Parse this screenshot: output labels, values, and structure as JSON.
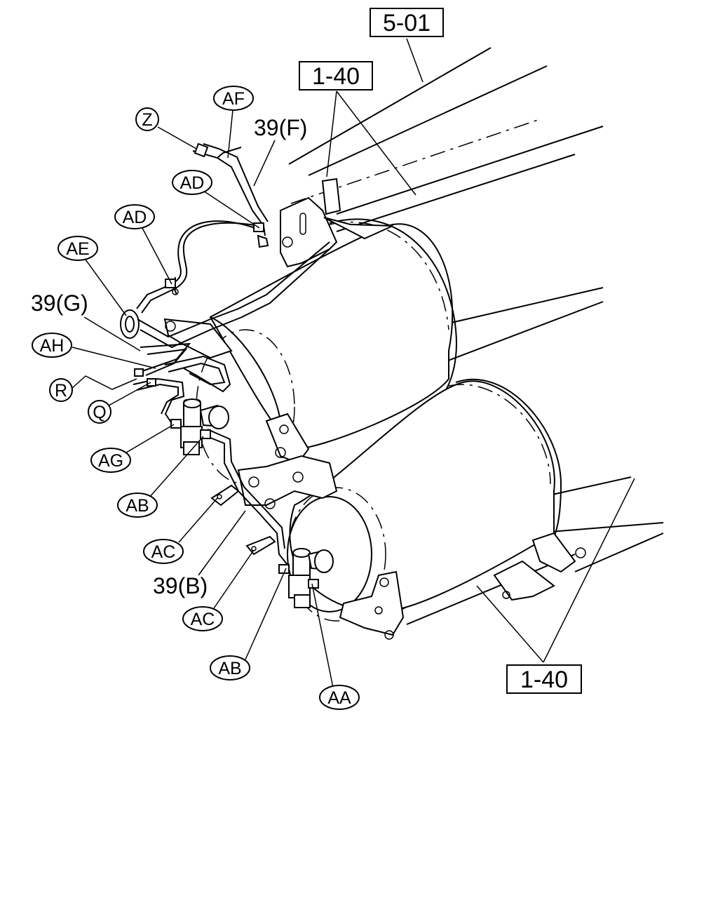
{
  "reference_boxes": {
    "top_ref": "5-01",
    "upper_ref": "1-40",
    "lower_ref": "1-40"
  },
  "oval_callouts": {
    "z": "Z",
    "af": "AF",
    "ad_upper": "AD",
    "ad_lower": "AD",
    "ae": "AE",
    "ah": "AH",
    "r": "R",
    "q": "Q",
    "ag": "AG",
    "ab_upper": "AB",
    "ac_upper": "AC",
    "ac_lower": "AC",
    "ab_lower": "AB",
    "aa": "AA"
  },
  "plain_labels": {
    "pipe_f": "39(F)",
    "pipe_g": "39(G)",
    "pipe_b": "39(B)"
  }
}
